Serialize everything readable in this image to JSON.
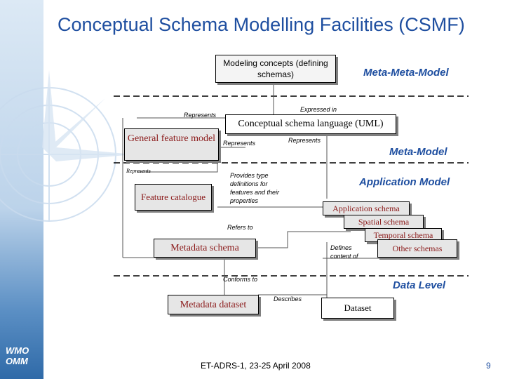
{
  "title": "Conceptual Schema Modelling Facilities (CSMF)",
  "levels": {
    "meta_meta": "Meta-Meta-Model",
    "meta": "Meta-Model",
    "application": "Application Model",
    "data": "Data Level"
  },
  "boxes": {
    "modeling_concepts": "Modeling concepts (defining schemas)",
    "csl": "Conceptual schema language (UML)",
    "gfm": "General feature model",
    "feature_catalogue": "Feature catalogue",
    "application_schema": "Application schema",
    "spatial_schema": "Spatial schema",
    "temporal_schema": "Temporal schema",
    "other_schemas": "Other schemas",
    "metadata_schema": "Metadata schema",
    "metadata_dataset": "Metadata dataset",
    "dataset": "Dataset"
  },
  "labels": {
    "expressed_in": "Expressed in",
    "represents_top": "Represents",
    "represents_mid_left": "Represents",
    "represents_mid_right": "Represents",
    "represents_gfm": "Represents",
    "provides": "Provides type definitions for features and their properties",
    "refers_to": "Refers to",
    "defines": "Defines content of",
    "conforms_to": "Conforms to",
    "describes": "Describes"
  },
  "footer": {
    "event": "ET-ADRS-1, 23-25 April 2008",
    "page": "9",
    "logo_line1": "WMO",
    "logo_line2": "OMM"
  },
  "colors": {
    "title": "#1f4fa0",
    "box_text_red": "#8b1a1a",
    "sidebar": "#5b8fc4"
  }
}
